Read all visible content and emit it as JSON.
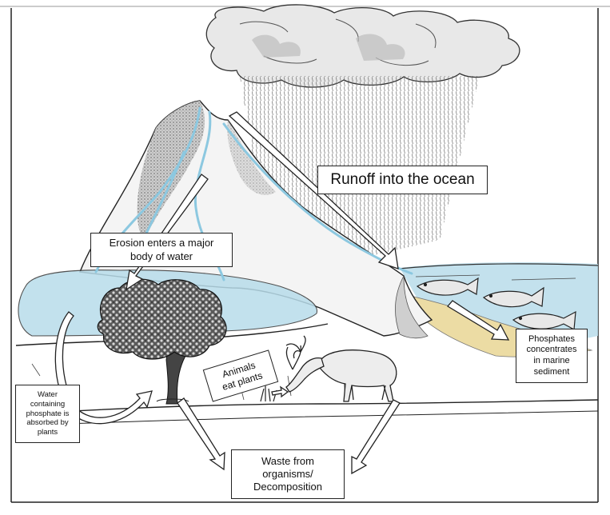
{
  "labels": {
    "runoff": "Runoff into the ocean",
    "erosion": [
      "Erosion enters a major",
      "body of water"
    ],
    "phosphates": [
      "Phosphates",
      "concentrates",
      "in marine",
      "sediment"
    ],
    "water_absorbed": [
      "Water",
      "containing",
      "phosphate is",
      "absorbed by",
      "plants"
    ],
    "waste": [
      "Waste from",
      "organisms/",
      "Decomposition"
    ],
    "animals": [
      "Animals",
      "eat plants"
    ]
  },
  "colors": {
    "water": "#b8dcea",
    "sediment": "#ecdca4",
    "ink": "#222222",
    "mountain_shade": "#9a9a9a"
  }
}
